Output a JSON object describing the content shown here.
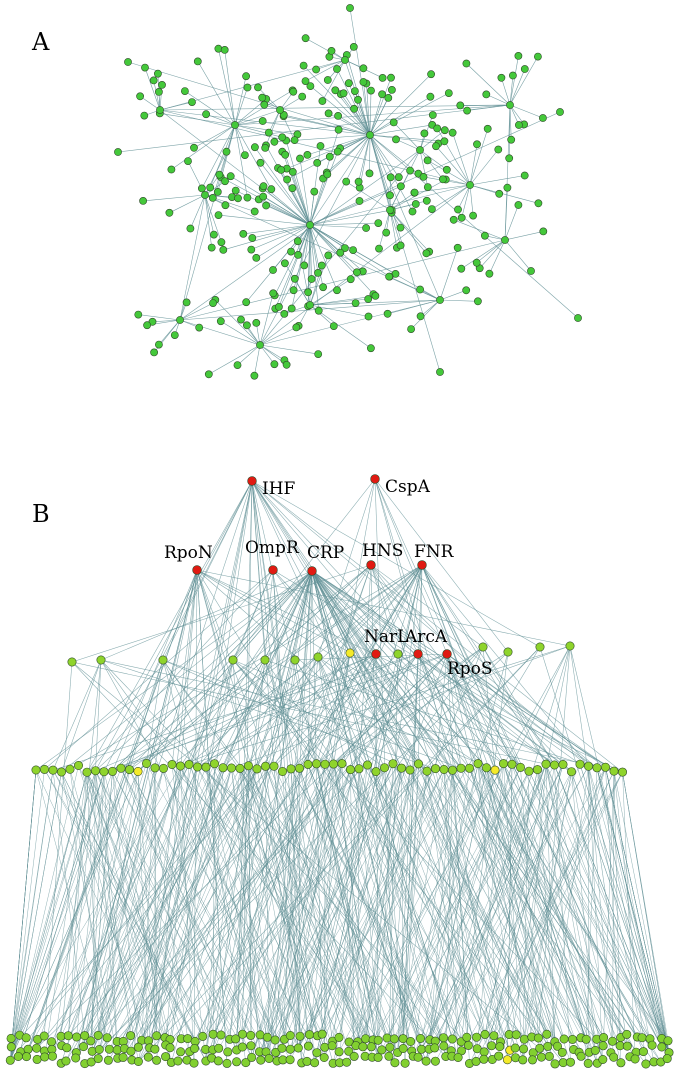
{
  "panel_a": {
    "letter": "A"
  },
  "panel_b": {
    "letter": "B"
  },
  "colors": {
    "edge": "#5f8f94",
    "node_a": "#44c83a",
    "node_mid": "#8fd42c",
    "node_bottom": "#82d030",
    "node_top": "#e01a12",
    "node_highlight": "#f4ea2a",
    "node_stroke": "#2f4a2a"
  },
  "top_regulators": [
    {
      "name": "IHF",
      "label": "IHF"
    },
    {
      "name": "CspA",
      "label": "CspA"
    },
    {
      "name": "RpoN",
      "label": "RpoN"
    },
    {
      "name": "OmpR",
      "label": "OmpR"
    },
    {
      "name": "CRP",
      "label": "CRP"
    },
    {
      "name": "HNS",
      "label": "HNS"
    },
    {
      "name": "FNR",
      "label": "FNR"
    },
    {
      "name": "NarL",
      "label": "NarL"
    },
    {
      "name": "ArcA",
      "label": "ArcA"
    },
    {
      "name": "RpoS",
      "label": "RpoS"
    }
  ]
}
